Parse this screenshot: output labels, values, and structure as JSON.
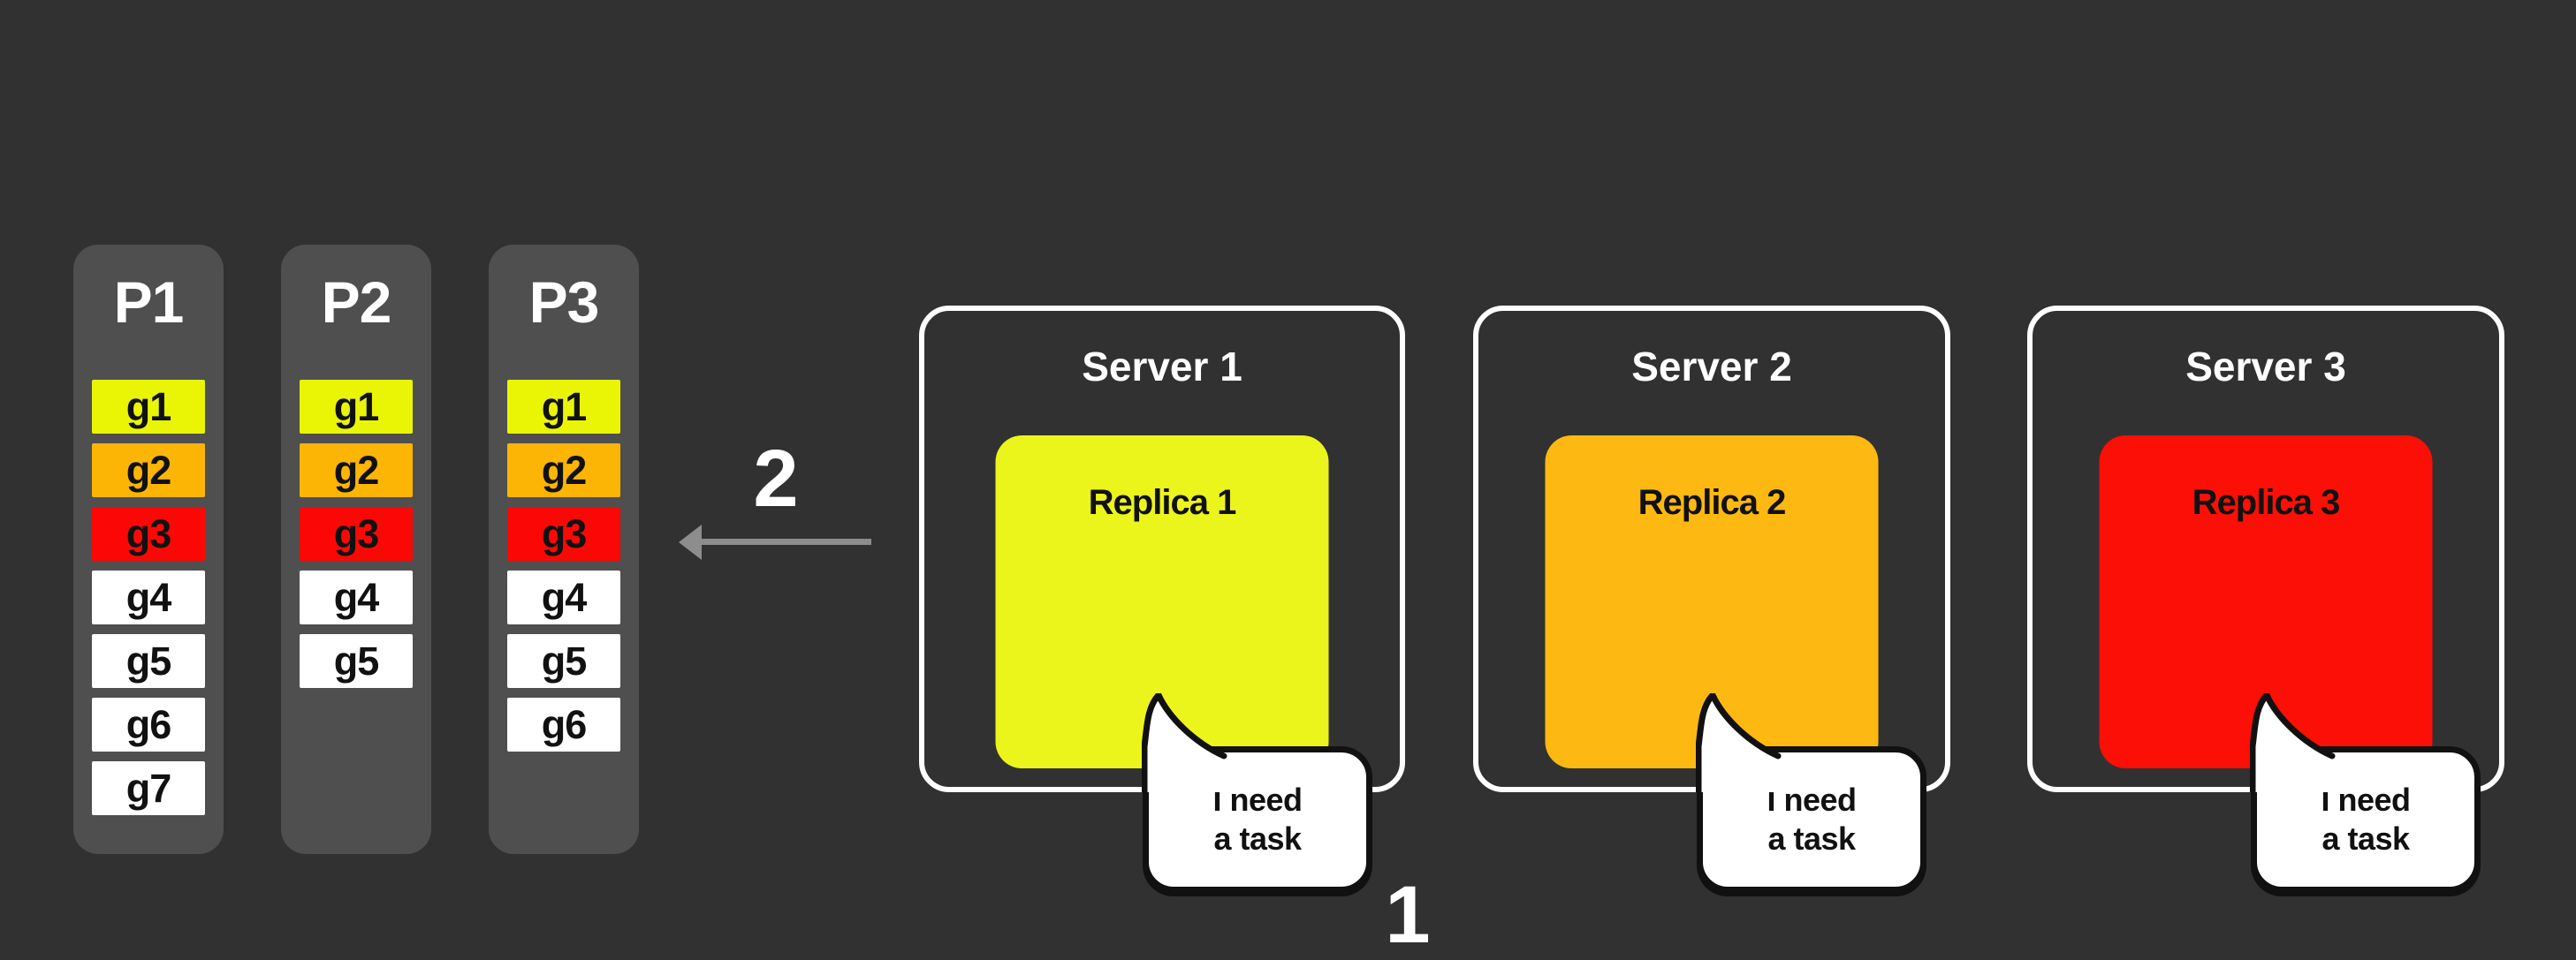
{
  "palette": {
    "bg": "#313131",
    "panel": "#4f4f4f",
    "yellow": "#e9f505",
    "orange": "#fcb505",
    "red": "#fb0806",
    "white_cell": "#ffffff",
    "replica_yellow": "#ecf51b",
    "replica_orange": "#fdb911",
    "replica_red": "#fb0f06",
    "text_light": "#ffffff",
    "text_dark": "#111111",
    "arrow": "#8d8d8d",
    "server_border": "#ffffff",
    "bubble_bg": "#ffffff",
    "bubble_border": "#111111"
  },
  "annotations": {
    "step2_label": "2",
    "step1_label": "1"
  },
  "partitions": [
    {
      "label": "P1",
      "cells": [
        {
          "id": "g1",
          "color": "yellow"
        },
        {
          "id": "g2",
          "color": "orange"
        },
        {
          "id": "g3",
          "color": "red"
        },
        {
          "id": "g4",
          "color": "white_cell"
        },
        {
          "id": "g5",
          "color": "white_cell"
        },
        {
          "id": "g6",
          "color": "white_cell"
        },
        {
          "id": "g7",
          "color": "white_cell"
        }
      ]
    },
    {
      "label": "P2",
      "cells": [
        {
          "id": "g1",
          "color": "yellow"
        },
        {
          "id": "g2",
          "color": "orange"
        },
        {
          "id": "g3",
          "color": "red"
        },
        {
          "id": "g4",
          "color": "white_cell"
        },
        {
          "id": "g5",
          "color": "white_cell"
        }
      ]
    },
    {
      "label": "P3",
      "cells": [
        {
          "id": "g1",
          "color": "yellow"
        },
        {
          "id": "g2",
          "color": "orange"
        },
        {
          "id": "g3",
          "color": "red"
        },
        {
          "id": "g4",
          "color": "white_cell"
        },
        {
          "id": "g5",
          "color": "white_cell"
        },
        {
          "id": "g6",
          "color": "white_cell"
        }
      ]
    }
  ],
  "servers": [
    {
      "label": "Server 1",
      "replica": {
        "label": "Replica 1",
        "color": "replica_yellow"
      },
      "bubble_lines": [
        "I need",
        "a task"
      ]
    },
    {
      "label": "Server 2",
      "replica": {
        "label": "Replica 2",
        "color": "replica_orange"
      },
      "bubble_lines": [
        "I need",
        "a task"
      ]
    },
    {
      "label": "Server 3",
      "replica": {
        "label": "Replica 3",
        "color": "replica_red"
      },
      "bubble_lines": [
        "I need",
        "a task"
      ]
    }
  ]
}
